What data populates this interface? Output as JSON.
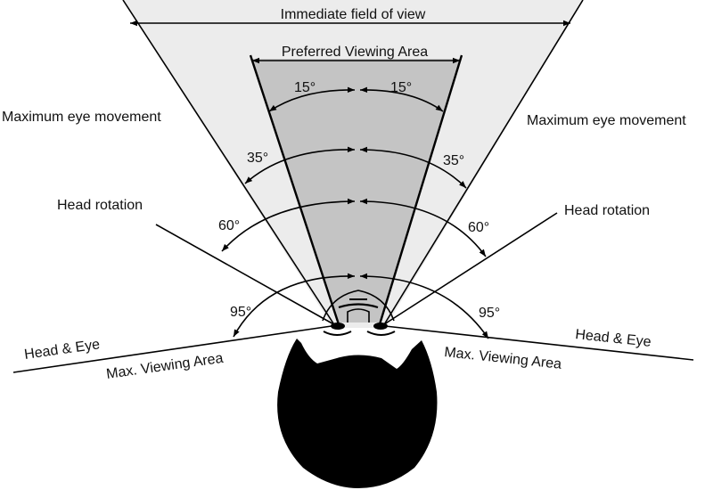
{
  "diagram": {
    "title_top": "Immediate field of view",
    "preferred": "Preferred Viewing Area",
    "max_eye_left": "Maximum eye movement",
    "max_eye_right": "Maximum eye movement",
    "head_rotation_left": "Head rotation",
    "head_rotation_right": "Head rotation",
    "head_eye_left": "Head & Eye",
    "head_eye_right": "Head & Eye",
    "max_viewing_left": "Max. Viewing Area",
    "max_viewing_right": "Max. Viewing Area",
    "angles": {
      "a15_left": "15°",
      "a15_right": "15°",
      "a35_left": "35°",
      "a35_right": "35°",
      "a60_left": "60°",
      "a60_right": "60°",
      "a95_left": "95°",
      "a95_right": "95°"
    },
    "colors": {
      "outer_fill": "#ececec",
      "inner_fill": "#c4c4c4",
      "ink": "#000000"
    }
  }
}
